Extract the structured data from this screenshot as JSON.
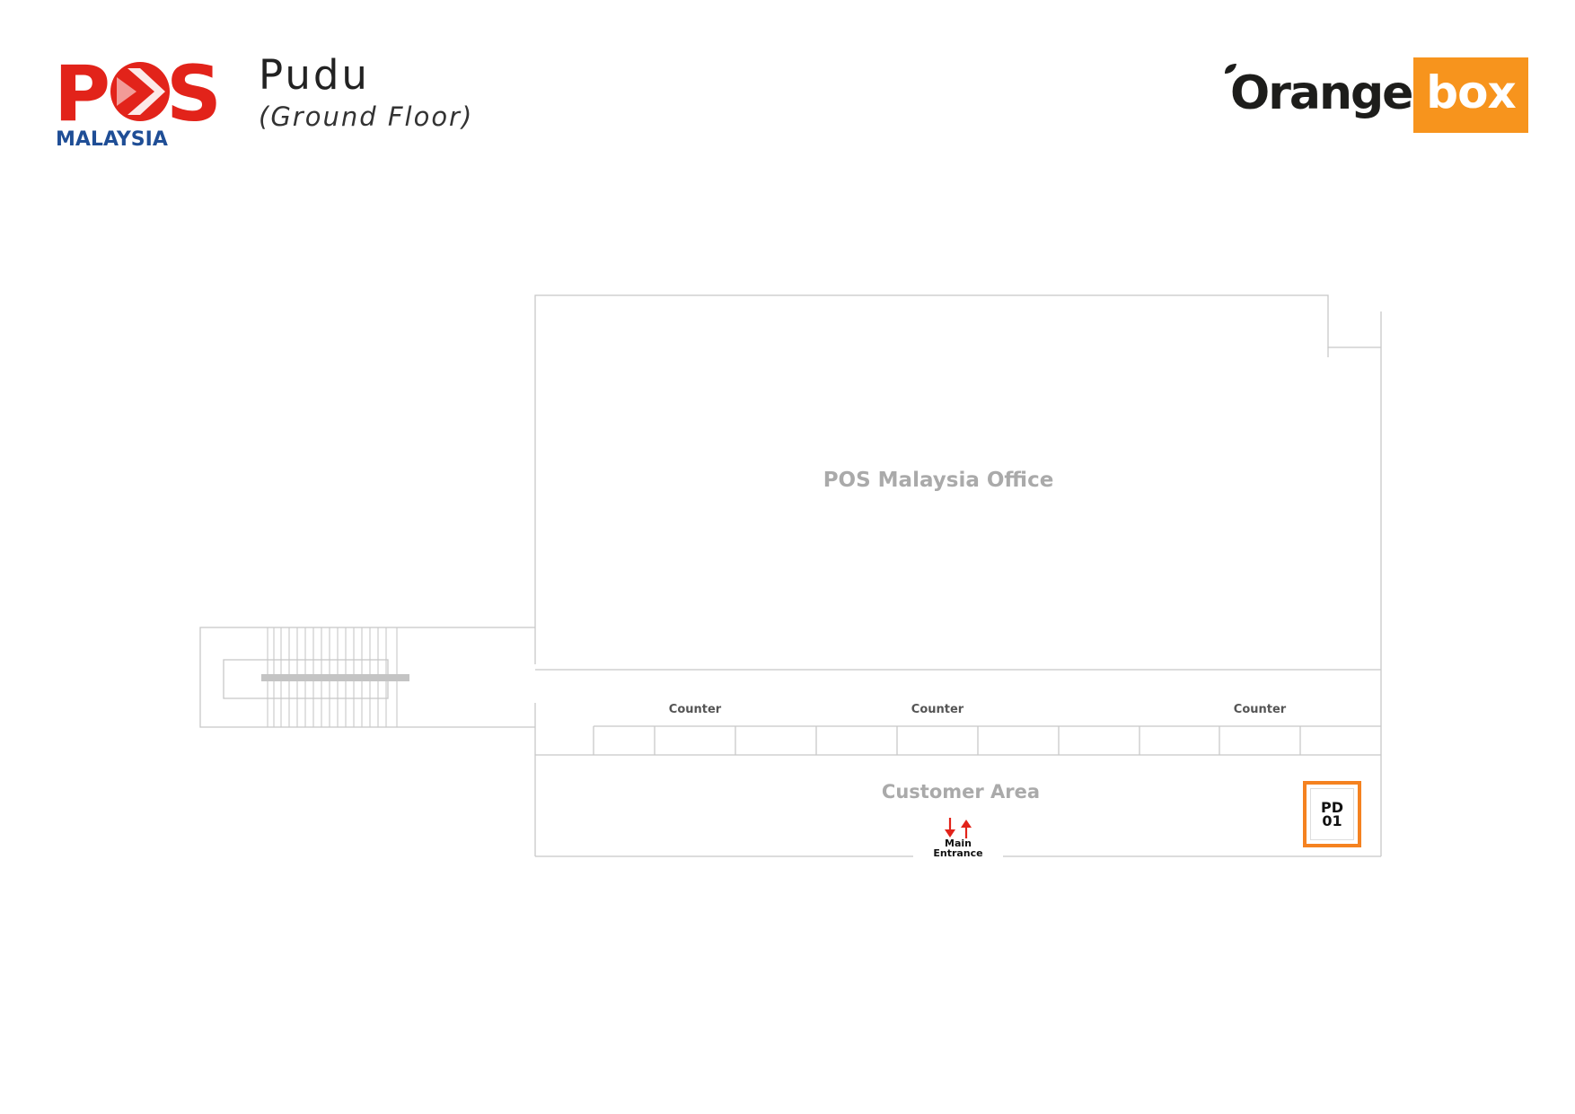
{
  "header": {
    "brand_logo": {
      "text": "POS",
      "subtext": "MALAYSIA",
      "colors": {
        "red": "#e2231a",
        "blue": "#1f4e96"
      }
    },
    "title": "Pudu",
    "subtitle": "(Ground Floor)",
    "partner_logo": {
      "word": "Orange",
      "box_word": "box",
      "colors": {
        "dark": "#1d1d1b",
        "orange": "#f7941d"
      }
    }
  },
  "floorplan": {
    "office_label": "POS Malaysia Office",
    "customer_area_label": "Customer Area",
    "counters": [
      "Counter",
      "Counter",
      "Counter"
    ],
    "entrance": {
      "line1": "Main",
      "line2": "Entrance",
      "arrow_color": "#e2231a"
    },
    "locker": {
      "line1": "PD",
      "line2": "01",
      "border_color": "#f58220"
    },
    "wall_color": "#c8c8c8",
    "stair_bar_color": "#c4c4c4"
  }
}
